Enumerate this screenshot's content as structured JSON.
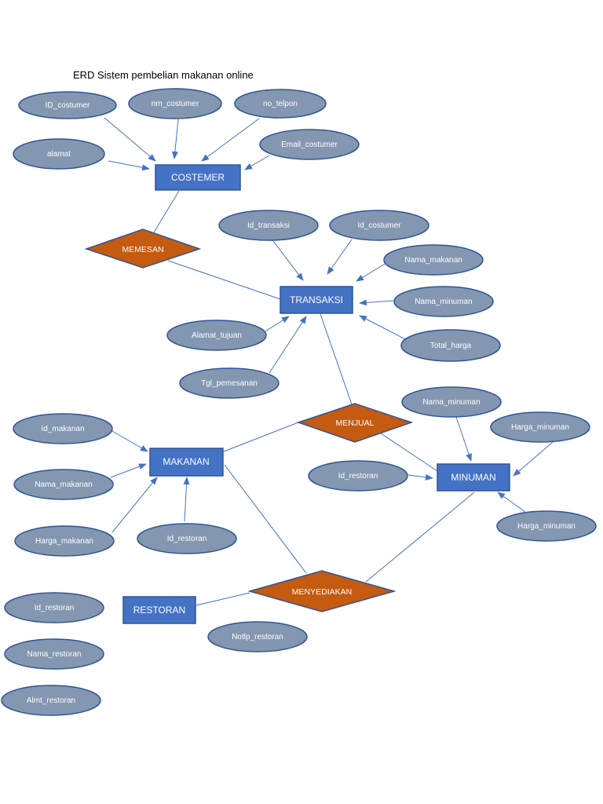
{
  "title": "ERD Sistem pembelian makanan online",
  "colors": {
    "attribute_fill": "#8497b0",
    "attribute_stroke": "#2f5597",
    "entity_fill": "#4472c4",
    "relationship_fill": "#c55a11",
    "connector": "#4472c4",
    "label_text": "#ffffff"
  },
  "entities": {
    "costemer": "COSTEMER",
    "transaksi": "TRANSAKSI",
    "makanan": "MAKANAN",
    "minuman": "MINUMAN",
    "restoran": "RESTORAN"
  },
  "relationships": {
    "memesan": "MEMESAN",
    "menjual": "MENJUAL",
    "menyediakan": "MENYEDIAKAN"
  },
  "attributes": {
    "costemer": {
      "id": "ID_costumer",
      "nm": "nm_costumer",
      "telpon": "no_telpon",
      "alamat": "alamat",
      "email": "Email_costumer"
    },
    "transaksi": {
      "id_transaksi": "Id_transaksi",
      "id_costumer": "Id_costumer",
      "nama_makanan": "Nama_makanan",
      "nama_minuman": "Nama_minuman",
      "total_harga": "Total_harga",
      "alamat_tujuan": "Alamat_tujuan",
      "tgl_pemesanan": "Tgl_pemesanan"
    },
    "makanan": {
      "id_makanan": "Id_makanan",
      "nama_makanan": "Nama_makanan",
      "harga_makanan": "Harga_makanan",
      "id_restoran": "Id_restoran"
    },
    "minuman": {
      "nama_minuman": "Nama_minuman",
      "harga_minuman_1": "Harga_minuman",
      "id_restoran": "Id_restoran",
      "harga_minuman_2": "Harga_minuman"
    },
    "restoran": {
      "id_restoran": "Id_restoran",
      "nama_restoran": "Nama_restoran",
      "almt_restoran": "Almt_restoran",
      "notlp_restoran": "Notlp_restoran"
    }
  }
}
